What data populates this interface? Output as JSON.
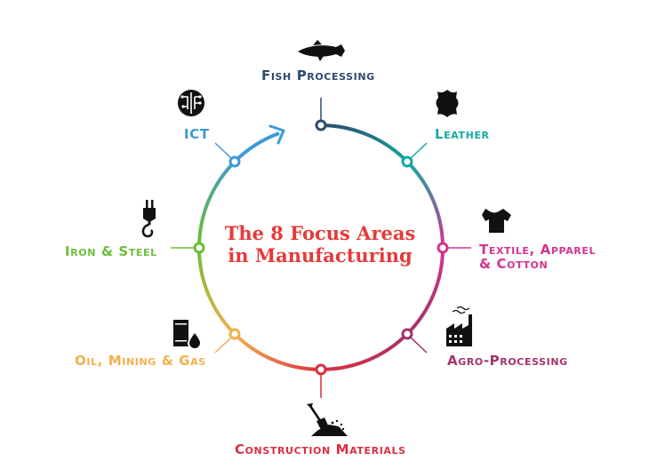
{
  "title": {
    "line1": "The 8 Focus Areas",
    "line2": "in Manufacturing"
  },
  "areas": [
    {
      "label": "Fish Processing",
      "color": "#2e4a6b",
      "icon": "fish-icon"
    },
    {
      "label": "Leather",
      "color": "#12aaa3",
      "icon": "leather-hide-icon"
    },
    {
      "label": "Textile, Apparel",
      "label2": "& Cotton",
      "color": "#d6338f",
      "icon": "t-shirt-icon"
    },
    {
      "label": "Agro-Processing",
      "color": "#a3336b",
      "icon": "factory-icon"
    },
    {
      "label": "Construction Materials",
      "color": "#d92f43",
      "icon": "shovel-icon"
    },
    {
      "label": "Oil, Mining & Gas",
      "color": "#f2b04a",
      "icon": "oil-barrel-icon"
    },
    {
      "label": "Iron & Steel",
      "color": "#6cbd3a",
      "icon": "crane-hook-icon"
    },
    {
      "label": "ICT",
      "color": "#3d9ad6",
      "icon": "circuit-icon"
    }
  ]
}
